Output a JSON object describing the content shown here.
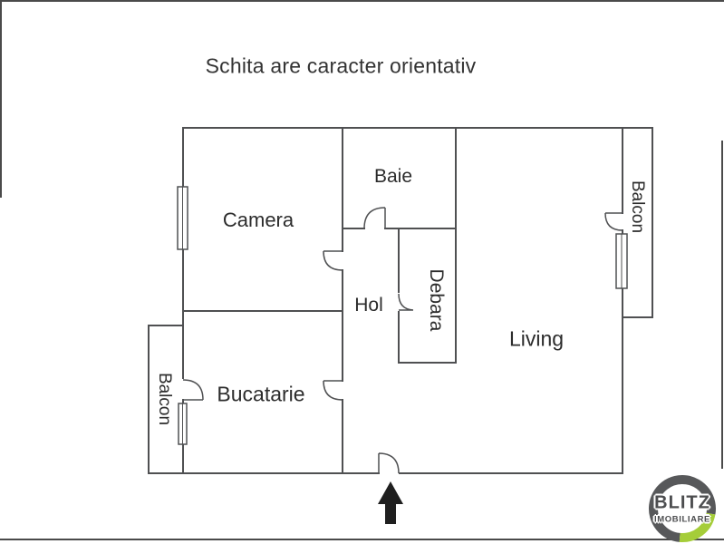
{
  "title": "Schita are caracter orientativ",
  "rooms": {
    "camera": "Camera",
    "baie": "Baie",
    "hol": "Hol",
    "debara": "Debara",
    "living": "Living",
    "bucatarie": "Bucatarie",
    "balcon_left": "Balcon",
    "balcon_right": "Balcon"
  },
  "logo": {
    "line1": "BLITZ",
    "line2": "IMOBILIARE"
  },
  "colors": {
    "wall": "#4f5052",
    "text": "#2c2c2c",
    "arrow": "#1f1f1f",
    "logo_gray": "#57585a",
    "logo_green": "#a5cd39"
  }
}
